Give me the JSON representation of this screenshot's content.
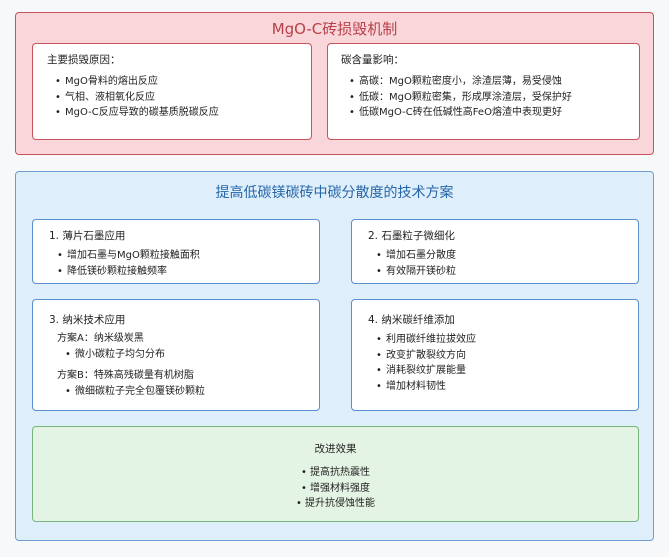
{
  "top": {
    "title": "MgO-C砖损毁机制",
    "left_box": {
      "title": "主要损毁原因：",
      "items": [
        "MgO骨料的熔出反应",
        "气相、液相氧化反应",
        "MgO-C反应导致的碳基质脱碳反应"
      ]
    },
    "right_box": {
      "title": "碳含量影响：",
      "items": [
        "高碳：MgO颗粒密度小，涂渣层薄，易受侵蚀",
        "低碳：MgO颗粒密集，形成厚涂渣层，受保护好",
        "低碳MgO-C砖在低碱性高FeO熔渣中表现更好"
      ]
    }
  },
  "bottom": {
    "title": "提高低碳镁碳砖中碳分散度的技术方案",
    "box1": {
      "title": "1. 薄片石墨应用",
      "items": [
        "增加石墨与MgO颗粒接触面积",
        "降低镁砂颗粒接触频率"
      ]
    },
    "box2": {
      "title": "2. 石墨粒子微细化",
      "items": [
        "增加石墨分散度",
        "有效隔开镁砂粒"
      ]
    },
    "box3": {
      "title": "3. 纳米技术应用",
      "plan_a": "方案A：纳米级炭黑",
      "plan_a_items": [
        "微小碳粒子均匀分布"
      ],
      "plan_b": "方案B：特殊高残碳量有机树脂",
      "plan_b_items": [
        "微细碳粒子完全包覆镁砂颗粒"
      ]
    },
    "box4": {
      "title": "4. 纳米碳纤维添加",
      "items": [
        "利用碳纤维拉拔效应",
        "改变扩散裂纹方向",
        "消耗裂纹扩展能量",
        "增加材料韧性"
      ]
    },
    "result": {
      "title": "改进效果",
      "items": [
        "提高抗热震性",
        "增强材料强度",
        "提升抗侵蚀性能"
      ]
    }
  },
  "colors": {
    "top_fill": "#f9d6d9",
    "top_border": "#c6545c",
    "bottom_fill": "#dfeefb",
    "bottom_border": "#6e9dcf",
    "result_fill": "#e4f4e4",
    "result_border": "#78b57a"
  }
}
